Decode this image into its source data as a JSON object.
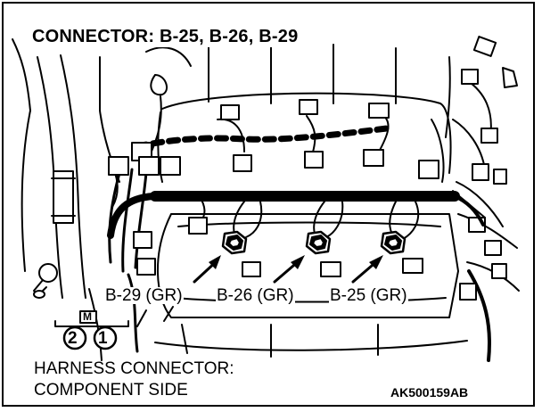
{
  "title": "CONNECTOR: B-25, B-26, B-29",
  "connector_labels": [
    "B-29 (GR)",
    "B-26 (GR)",
    "B-25 (GR)"
  ],
  "terminal": {
    "marker": "M",
    "pins": [
      "2",
      "1"
    ]
  },
  "caption_lines": [
    "HARNESS CONNECTOR:",
    "COMPONENT SIDE"
  ],
  "figure_code": "AK500159AB"
}
